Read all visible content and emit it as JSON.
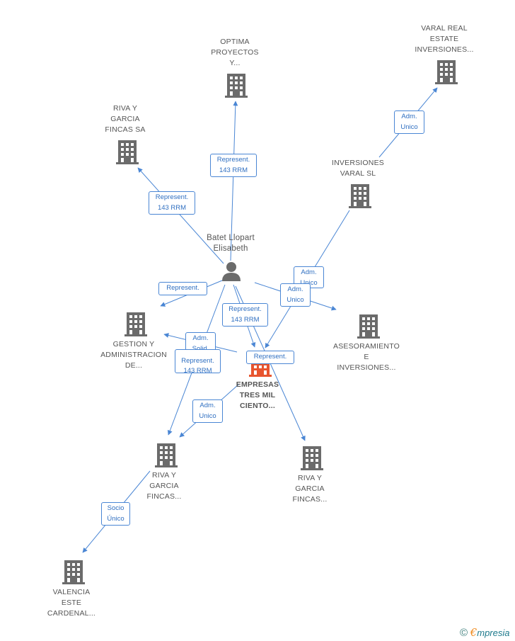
{
  "colors": {
    "edge": "#4a86d4",
    "node": "#6b6b6b",
    "main_node": "#e8552f",
    "label": "#555555"
  },
  "person": {
    "icon": "person-icon",
    "label": "Batet Llopart\nElisabeth"
  },
  "companies": [
    {
      "id": "optima",
      "label": "OPTIMA\nPROYECTOS\nY..."
    },
    {
      "id": "varal_real",
      "label": "VARAL REAL\nESTATE\nINVERSIONES..."
    },
    {
      "id": "riva_sa",
      "label": "RIVA Y\nGARCIA\nFINCAS SA"
    },
    {
      "id": "inversiones_varal",
      "label": "INVERSIONES\nVARAL SL"
    },
    {
      "id": "gestion",
      "label": "GESTION Y\nADMINISTRACION\nDE..."
    },
    {
      "id": "asesoramiento",
      "label": "ASESORAMIENTO\nE\nINVERSIONES..."
    },
    {
      "id": "empresas",
      "label": "EMPRESAS\nTRES MIL\nCIENTO..."
    },
    {
      "id": "riva_2",
      "label": "RIVA Y\nGARCIA\nFINCAS..."
    },
    {
      "id": "riva_3",
      "label": "RIVA Y\nGARCIA\nFINCAS..."
    },
    {
      "id": "valencia",
      "label": "VALENCIA\nESTE\nCARDENAL..."
    }
  ],
  "edge_labels": [
    {
      "id": "rep_optima",
      "text": "Represent.\n143 RRM"
    },
    {
      "id": "rep_riva_sa",
      "text": "Represent.\n143 RRM"
    },
    {
      "id": "adm_varal_real",
      "text": "Adm.\nUnico"
    },
    {
      "id": "rep_gestion",
      "text": "Represent."
    },
    {
      "id": "adm_asesoramiento",
      "text": "Adm.\nUnico"
    },
    {
      "id": "adm_inv_varal_empresas",
      "text": "Adm.\nUnico"
    },
    {
      "id": "rep_empresas",
      "text": "Represent.\n143 RRM"
    },
    {
      "id": "adm_solid",
      "text": "Adm.\nSolid."
    },
    {
      "id": "rep_riva_2",
      "text": "Represent.\n143 RRM"
    },
    {
      "id": "rep_riva_3",
      "text": "Represent."
    },
    {
      "id": "adm_empresas_riva2",
      "text": "Adm.\nUnico"
    },
    {
      "id": "socio_unico",
      "text": "Socio\nÚnico"
    }
  ],
  "brand": {
    "copyright": "©",
    "e": "€",
    "rest": "mpresia"
  }
}
